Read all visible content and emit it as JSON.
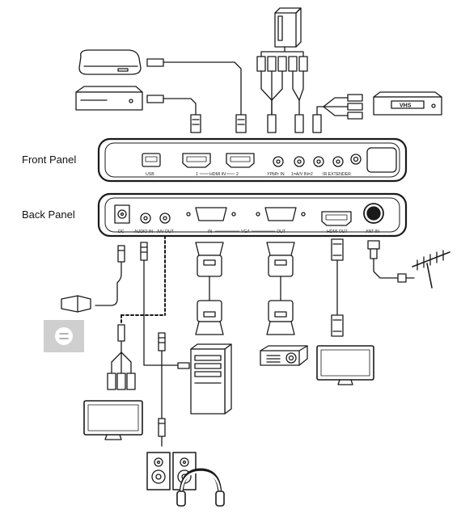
{
  "labels": {
    "front_panel": "Front Panel",
    "back_panel": "Back Panel"
  },
  "front_ports": {
    "usb": "USB",
    "hdmi_in_1": "1",
    "hdmi_in": "HDMI IN",
    "hdmi_in_2": "2",
    "ypbpr_in": "YPbPr IN",
    "av_in": "1=A/V IN=2",
    "ir_extender": "IR EXTENDER"
  },
  "back_ports": {
    "dc": "DC",
    "audio_in": "AUDIO IN",
    "av_out": "A/V OUT",
    "vga_in": "IN",
    "vga": "VGA",
    "vga_out": "OUT",
    "hdmi_out": "HDMI OUT",
    "ant_in": "ANT IN"
  },
  "devices": {
    "vhs_label": "VHS"
  },
  "colors": {
    "line": "#1a1a1a",
    "panel_fill": "#ffffff",
    "outlet_bg": "#cfcfcf"
  }
}
